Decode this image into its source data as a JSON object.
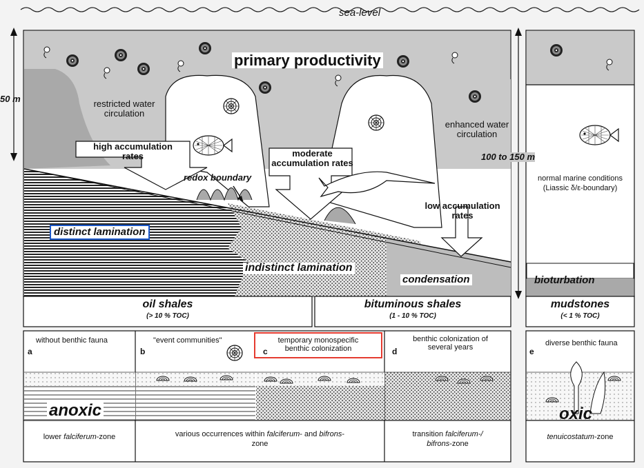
{
  "top": {
    "sea_level": "sea-level",
    "depth_left": "50 m",
    "depth_right": "100 to 150 m",
    "primary_productivity": "primary productivity"
  },
  "left_panel": {
    "restricted_water": [
      "restricted water",
      "circulation"
    ],
    "enhanced_water": [
      "enhanced water",
      "circulation"
    ],
    "high_accumulation": [
      "high accumulation",
      "rates"
    ],
    "moderate_accumulation": [
      "moderate",
      "accumulation rates"
    ],
    "low_accumulation": [
      "low accumulation",
      "rates"
    ],
    "redox_boundary": "redox boundary",
    "distinct_lamination": "distinct lamination",
    "indistinct_lamination": "indistinct lamination",
    "condensation": "condensation"
  },
  "right_panel": {
    "normal_marine": [
      "normal marine conditions",
      "(Liassic δ/ε-boundary)"
    ],
    "bioturbation": "bioturbation"
  },
  "facies": {
    "oil_shales": "oil shales",
    "oil_shales_toc": "(> 10 % TOC)",
    "bituminous_shales": "bituminous shales",
    "bituminous_shales_toc": "(1 - 10 % TOC)",
    "mudstones": "mudstones",
    "mudstones_toc": "(< 1 % TOC)"
  },
  "bottom": {
    "a_label": "a",
    "a_title": "without benthic fauna",
    "b_label": "b",
    "b_title": "\"event communities\"",
    "c_label": "c",
    "c_title": [
      "temporary monospecific",
      "benthic colonization"
    ],
    "d_label": "d",
    "d_title": [
      "benthic colonization of",
      "several years"
    ],
    "e_label": "e",
    "e_title": "diverse benthic fauna",
    "anoxic": "anoxic",
    "oxic": "oxic",
    "zone_a_pre": "lower ",
    "zone_a_it": "falciferum",
    "zone_a_post": "-zone",
    "zone_bc_1": "various occurrences within ",
    "zone_bc_it1": "falciferum",
    "zone_bc_2": "- and ",
    "zone_bc_it2": "bifrons",
    "zone_bc_3": "-",
    "zone_bc_line2": "zone",
    "zone_d_1": "transition ",
    "zone_d_it1": "falciferum-/",
    "zone_d_it2": "bifrons",
    "zone_d_2": "-zone",
    "zone_e_it": "tenuicostatum",
    "zone_e_post": "-zone"
  },
  "colors": {
    "highlight_blue": "#1a57c8",
    "highlight_red": "#e53a2f",
    "water_gray": "#c9c9c9",
    "dark_gray": "#a9a9a9"
  }
}
